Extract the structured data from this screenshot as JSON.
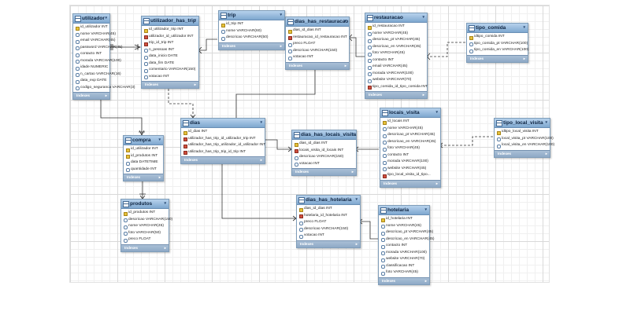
{
  "footer_label": "Indexes",
  "tables": [
    {
      "key": "utilizador",
      "title": "utilizador",
      "columns": [
        {
          "text": "id_utilizador INT",
          "kind": "pk"
        },
        {
          "text": "nome VARCHAR(45)",
          "kind": "col"
        },
        {
          "text": "email VARCHAR(45)",
          "kind": "col"
        },
        {
          "text": "password VARCHAR(45)",
          "kind": "col"
        },
        {
          "text": "contacto INT",
          "kind": "col"
        },
        {
          "text": "morada VARCHAR(100)",
          "kind": "col"
        },
        {
          "text": "idade NUMERIC",
          "kind": "col"
        },
        {
          "text": "n_cartao VARCHAR(16)",
          "kind": "col"
        },
        {
          "text": "data_exp DATE",
          "kind": "col"
        },
        {
          "text": "codigo_seguranca VARCHAR(3)",
          "kind": "col"
        }
      ]
    },
    {
      "key": "utilizador_has_trip",
      "title": "utilizador_has_trip",
      "columns": [
        {
          "text": "id_utilizador_trip INT",
          "kind": "pk"
        },
        {
          "text": "utilizador_id_utilizador INT",
          "kind": "fk"
        },
        {
          "text": "trip_id_trip INT",
          "kind": "fk"
        },
        {
          "text": "n_pessoas INT",
          "kind": "col"
        },
        {
          "text": "data_inicio DATE",
          "kind": "col"
        },
        {
          "text": "data_fim DATE",
          "kind": "col"
        },
        {
          "text": "comentario VARCHAR(150)",
          "kind": "col"
        },
        {
          "text": "votacao INT",
          "kind": "col"
        }
      ]
    },
    {
      "key": "trip",
      "title": "trip",
      "columns": [
        {
          "text": "id_trip INT",
          "kind": "pk"
        },
        {
          "text": "nome VARCHAR(60)",
          "kind": "col"
        },
        {
          "text": "descricao VARCHAR(50)",
          "kind": "col"
        }
      ]
    },
    {
      "key": "dias_has_restauracao",
      "title": "dias_has_restauracao",
      "columns": [
        {
          "text": "dias_id_dias INT",
          "kind": "pk"
        },
        {
          "text": "restauracao_id_restauracao INT",
          "kind": "fk"
        },
        {
          "text": "preco FLOAT",
          "kind": "col"
        },
        {
          "text": "descricao VARCHAR(150)",
          "kind": "col"
        },
        {
          "text": "votacao INT",
          "kind": "col"
        }
      ]
    },
    {
      "key": "restauracao",
      "title": "restauracao",
      "columns": [
        {
          "text": "id_restauracao INT",
          "kind": "pk"
        },
        {
          "text": "nome VARCHAR(45)",
          "kind": "col"
        },
        {
          "text": "descricao_pt VARCHAR(45)",
          "kind": "col"
        },
        {
          "text": "descricao_en VARCHAR(45)",
          "kind": "col"
        },
        {
          "text": "foto VARCHAR(45)",
          "kind": "col"
        },
        {
          "text": "contacto INT",
          "kind": "col"
        },
        {
          "text": "email VARCHAR(45)",
          "kind": "col"
        },
        {
          "text": "morada VARCHAR(100)",
          "kind": "col"
        },
        {
          "text": "website VARCHAR(70)",
          "kind": "col"
        },
        {
          "text": "tipo_comida_id_tipo_comida INT",
          "kind": "fk"
        }
      ]
    },
    {
      "key": "tipo_comida",
      "title": "tipo_comida",
      "columns": [
        {
          "text": "idtipo_comida INT",
          "kind": "pk"
        },
        {
          "text": "tipo_comida_pt VARCHAR(100)",
          "kind": "col"
        },
        {
          "text": "tipo_comida_en VARCHAR(100)",
          "kind": "col"
        }
      ]
    },
    {
      "key": "compra",
      "title": "compra",
      "columns": [
        {
          "text": "id_utilizador INT",
          "kind": "pk"
        },
        {
          "text": "id_produtos INT",
          "kind": "pk"
        },
        {
          "text": "data DATETIME",
          "kind": "col"
        },
        {
          "text": "quantidade INT",
          "kind": "col"
        }
      ]
    },
    {
      "key": "dias",
      "title": "dias",
      "columns": [
        {
          "text": "id_dias INT",
          "kind": "pk"
        },
        {
          "text": "utilizador_has_trip_id_utilizador_trip INT",
          "kind": "fk"
        },
        {
          "text": "utilizador_has_trip_utilizador_id_utilizador INT",
          "kind": "fk"
        },
        {
          "text": "utilizador_has_trip_trip_id_trip INT",
          "kind": "fk"
        }
      ]
    },
    {
      "key": "dias_has_locais_visita",
      "title": "dias_has_locais_visita",
      "columns": [
        {
          "text": "dias_id_dias INT",
          "kind": "pk"
        },
        {
          "text": "locais_visita_id_locais INT",
          "kind": "fk"
        },
        {
          "text": "descricao VARCHAR(150)",
          "kind": "col"
        },
        {
          "text": "votacao INT",
          "kind": "col"
        }
      ]
    },
    {
      "key": "locais_visita",
      "title": "locais_visita",
      "columns": [
        {
          "text": "id_locais INT",
          "kind": "pk"
        },
        {
          "text": "nome VARCHAR(45)",
          "kind": "col"
        },
        {
          "text": "descricao_pt VARCHAR(45)",
          "kind": "col"
        },
        {
          "text": "descricao_en VARCHAR(45)",
          "kind": "col"
        },
        {
          "text": "foto VARCHAR(45)",
          "kind": "col"
        },
        {
          "text": "contacto INT",
          "kind": "col"
        },
        {
          "text": "morada VARCHAR(100)",
          "kind": "col"
        },
        {
          "text": "website VARCHAR(45)",
          "kind": "col"
        },
        {
          "text": "tipo_local_visita_id_tipo...",
          "kind": "fk"
        }
      ]
    },
    {
      "key": "tipo_local_visita",
      "title": "tipo_local_visita",
      "columns": [
        {
          "text": "idtipo_local_visita INT",
          "kind": "pk"
        },
        {
          "text": "local_visita_pt VARCHAR(100)",
          "kind": "col"
        },
        {
          "text": "local_visita_en VARCHAR(100)",
          "kind": "col"
        }
      ]
    },
    {
      "key": "produtos",
      "title": "produtos",
      "columns": [
        {
          "text": "id_produtos INT",
          "kind": "pk"
        },
        {
          "text": "descricao VARCHAR(150)",
          "kind": "col"
        },
        {
          "text": "nome VARCHAR(45)",
          "kind": "col"
        },
        {
          "text": "foto VARCHAR(50)",
          "kind": "col"
        },
        {
          "text": "preco FLOAT",
          "kind": "col"
        }
      ]
    },
    {
      "key": "dias_has_hotelaria",
      "title": "dias_has_hotelaria",
      "columns": [
        {
          "text": "dias_id_dias INT",
          "kind": "pk"
        },
        {
          "text": "hotelaria_id_hotelaria INT",
          "kind": "fk"
        },
        {
          "text": "preco FLOAT",
          "kind": "col"
        },
        {
          "text": "descricao VARCHAR(150)",
          "kind": "col"
        },
        {
          "text": "votacao INT",
          "kind": "col"
        }
      ]
    },
    {
      "key": "hotelaria",
      "title": "hotelaria",
      "columns": [
        {
          "text": "id_hotelaria INT",
          "kind": "pk"
        },
        {
          "text": "nome VARCHAR(45)",
          "kind": "col"
        },
        {
          "text": "descricao_pt VARCHAR(45)",
          "kind": "col"
        },
        {
          "text": "descricao_en VARCHAR(45)",
          "kind": "col"
        },
        {
          "text": "contacto INT",
          "kind": "col"
        },
        {
          "text": "morada VARCHAR(100)",
          "kind": "col"
        },
        {
          "text": "website VARCHAR(70)",
          "kind": "col"
        },
        {
          "text": "classificacao INT",
          "kind": "col"
        },
        {
          "text": "foto VARCHAR(45)",
          "kind": "col"
        }
      ]
    }
  ]
}
